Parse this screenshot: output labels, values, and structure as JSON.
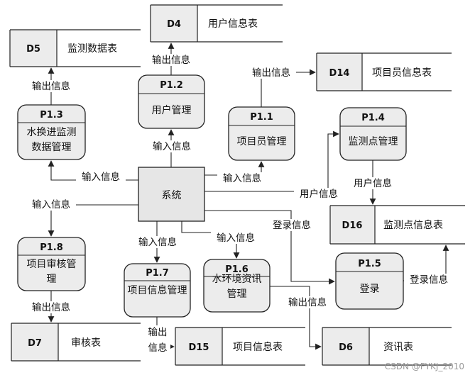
{
  "external_entity": {
    "name": "系统"
  },
  "processes": [
    {
      "key": "p11",
      "id": "P1.1",
      "lines": [
        "项目员管理"
      ]
    },
    {
      "key": "p12",
      "id": "P1.2",
      "lines": [
        "用户管理"
      ]
    },
    {
      "key": "p13",
      "id": "P1.3",
      "lines": [
        "水换进监测",
        "数据管理"
      ]
    },
    {
      "key": "p14",
      "id": "P1.4",
      "lines": [
        "监测点管理"
      ]
    },
    {
      "key": "p15",
      "id": "P1.5",
      "lines": [
        "登录"
      ]
    },
    {
      "key": "p16",
      "id": "P1.6",
      "lines": [
        "水环境资讯",
        "管理"
      ]
    },
    {
      "key": "p17",
      "id": "P1.7",
      "lines": [
        "项目信息管理"
      ]
    },
    {
      "key": "p18",
      "id": "P1.8",
      "lines": [
        "项目审核管",
        "理"
      ]
    }
  ],
  "data_stores": [
    {
      "key": "d4",
      "id": "D4",
      "name": "用户信息表"
    },
    {
      "key": "d5",
      "id": "D5",
      "name": "监测数据表"
    },
    {
      "key": "d14",
      "id": "D14",
      "name": "项目员信息表"
    },
    {
      "key": "d16",
      "id": "D16",
      "name": "监测点信息表"
    },
    {
      "key": "d7",
      "id": "D7",
      "name": "审核表"
    },
    {
      "key": "d15",
      "id": "D15",
      "name": "项目信息表"
    },
    {
      "key": "d6",
      "id": "D6",
      "name": "资讯表"
    }
  ],
  "flow_labels": {
    "out_d5": "输出信息",
    "out_d4": "输出信息",
    "out_d14": "输出信息",
    "in_p12": "输入信息",
    "in_p13": "输入信息",
    "in_p11": "输入信息",
    "user_p14": "用户信息",
    "user_d16": "用户信息",
    "in_p18": "输入信息",
    "login_p15": "登录信息",
    "in_p17": "输入信息",
    "in_p16": "输入信息",
    "login_d16": "登录信息",
    "out_d7": "输出信息",
    "out_d6": "输出信息",
    "out_d15_a": "输出",
    "out_d15_b": "信息"
  },
  "watermark": "CSDN @FYKJ_2010"
}
